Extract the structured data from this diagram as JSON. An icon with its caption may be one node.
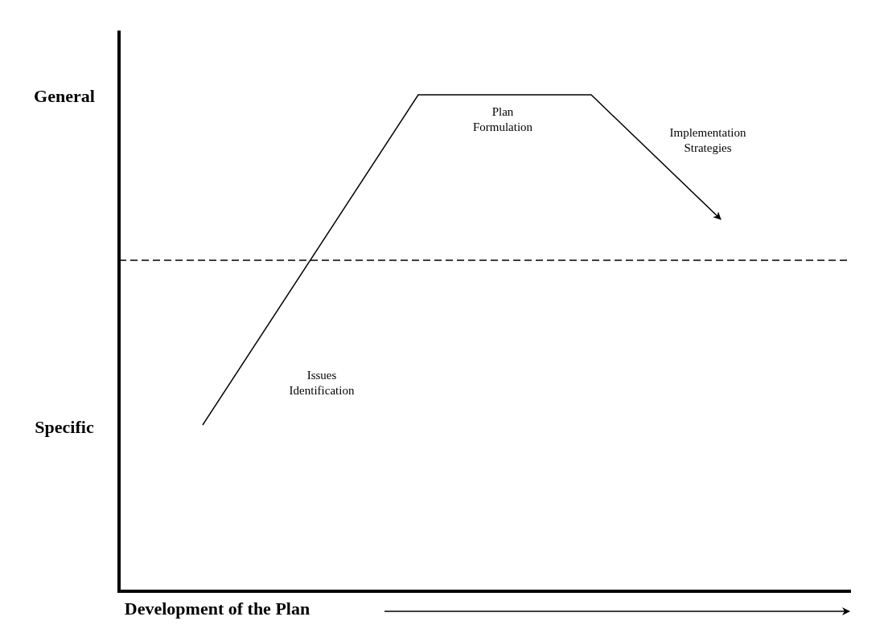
{
  "diagram": {
    "labels": [
      "General",
      "Plan Formulation",
      "Implementation Strategies",
      "Issues Identification",
      "Specific",
      "Development of the Plan"
    ]
  }
}
